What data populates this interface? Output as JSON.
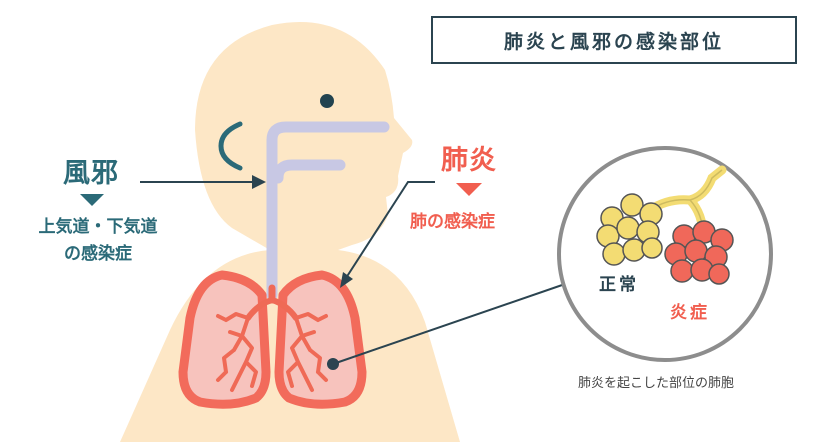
{
  "title": "肺炎と風邪の感染部位",
  "cold": {
    "title": "風邪",
    "description_line1": "上気道・下気道",
    "description_line2": "の感染症"
  },
  "pneumonia": {
    "title": "肺炎",
    "description": "肺の感染症"
  },
  "alveoli": {
    "normal_label": "正常",
    "inflamed_label": "炎症",
    "caption": "肺炎を起こした部位の肺胞"
  },
  "colors": {
    "skin": "#fde7c6",
    "airway": "#c8c8e4",
    "lung_outline": "#f26b5b",
    "lung_fill": "#f7c3bd",
    "bronchi": "#ef6a56",
    "cold_accent": "#2b6a78",
    "pneumonia_accent": "#f15e4f",
    "normal_alveoli": "#f3dc73",
    "inflamed_alveoli": "#f0685a",
    "title_text": "#2b4450"
  }
}
